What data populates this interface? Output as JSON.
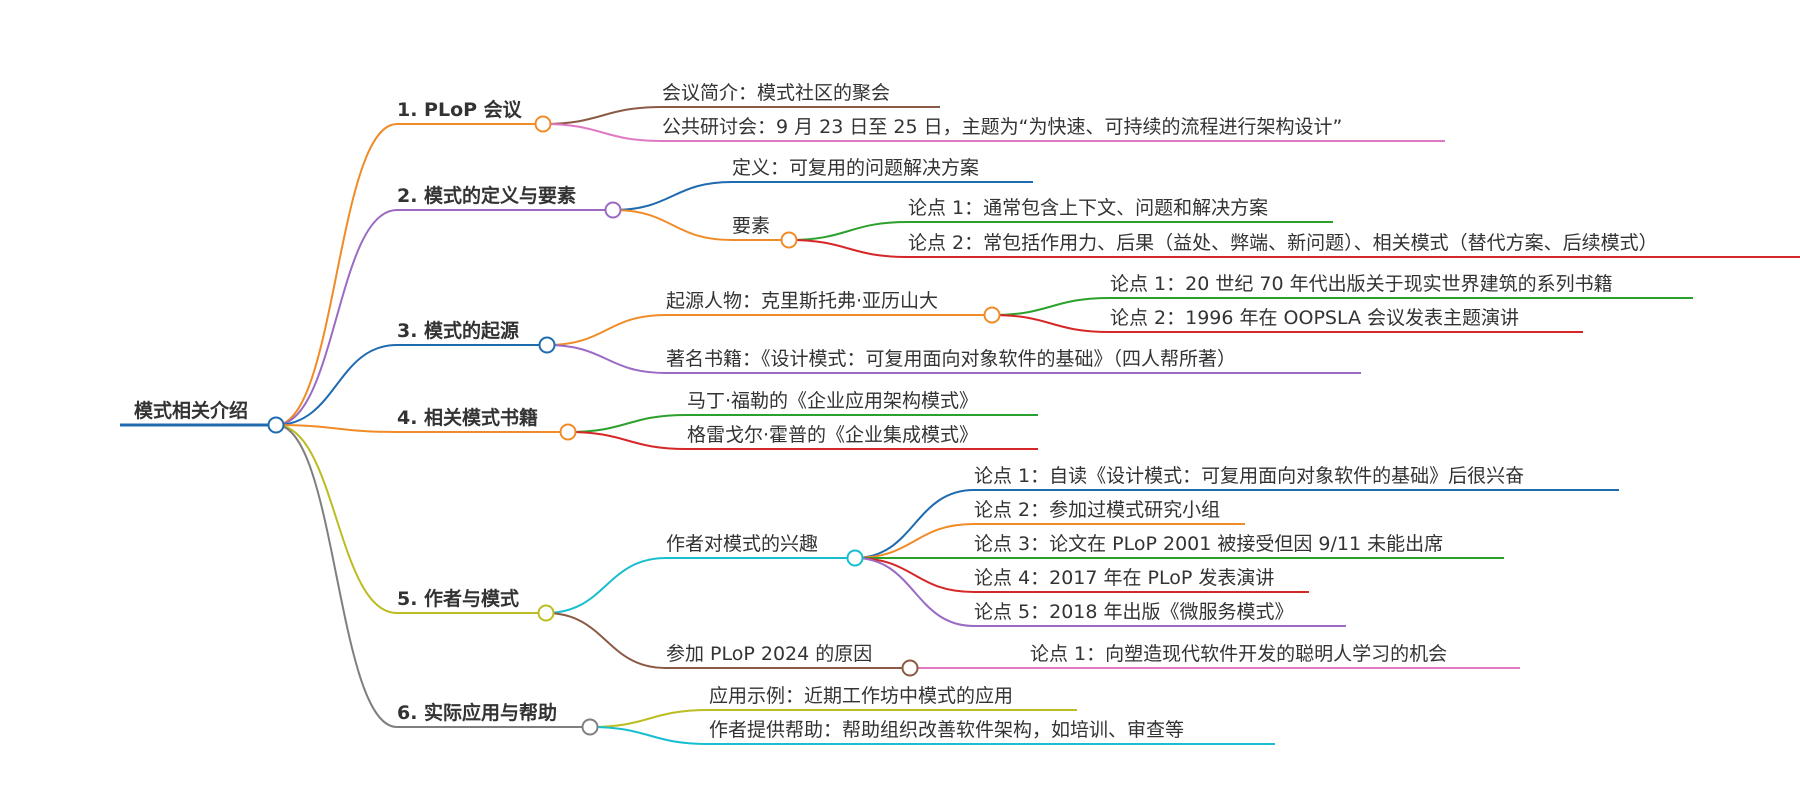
{
  "root": {
    "label": "模式相关介绍",
    "color": "#1f6bb0"
  },
  "branches": [
    {
      "label": "1. PLoP 会议",
      "color": "#f08c28",
      "children": [
        {
          "label": "会议简介：模式社区的聚会",
          "color": "#8b5a44"
        },
        {
          "label": "公共研讨会：9 月 23 日至 25 日，主题为“为快速、可持续的流程进行架构设计”",
          "color": "#e078c4"
        }
      ]
    },
    {
      "label": "2. 模式的定义与要素",
      "color": "#9b6bc4",
      "children": [
        {
          "label": "定义：可复用的问题解决方案",
          "color": "#1f6bb0"
        },
        {
          "label": "要素",
          "color": "#f08c28",
          "children": [
            {
              "label": "论点 1：通常包含上下文、问题和解决方案",
              "color": "#2ca02c"
            },
            {
              "label": "论点 2：常包括作用力、后果（益处、弊端、新问题）、相关模式（替代方案、后续模式）",
              "color": "#d62728"
            }
          ]
        }
      ]
    },
    {
      "label": "3. 模式的起源",
      "color": "#1f6bb0",
      "children": [
        {
          "label": "起源人物：克里斯托弗·亚历山大",
          "color": "#f08c28",
          "children": [
            {
              "label": "论点 1：20 世纪 70 年代出版关于现实世界建筑的系列书籍",
              "color": "#2ca02c"
            },
            {
              "label": "论点 2：1996 年在 OOPSLA 会议发表主题演讲",
              "color": "#d62728"
            }
          ]
        },
        {
          "label": "著名书籍：《设计模式：可复用面向对象软件的基础》（四人帮所著）",
          "color": "#9b6bc4"
        }
      ]
    },
    {
      "label": "4. 相关模式书籍",
      "color": "#f08c28",
      "children": [
        {
          "label": "马丁·福勒的《企业应用架构模式》",
          "color": "#2ca02c"
        },
        {
          "label": "格雷戈尔·霍普的《企业集成模式》",
          "color": "#d62728"
        }
      ]
    },
    {
      "label": "5. 作者与模式",
      "color": "#bcbd22",
      "children": [
        {
          "label": "作者对模式的兴趣",
          "color": "#17becf",
          "children": [
            {
              "label": "论点 1：自读《设计模式：可复用面向对象软件的基础》后很兴奋",
              "color": "#1f6bb0"
            },
            {
              "label": "论点 2：参加过模式研究小组",
              "color": "#f08c28"
            },
            {
              "label": "论点 3：论文在 PLoP 2001 被接受但因 9/11 未能出席",
              "color": "#2ca02c"
            },
            {
              "label": "论点 4：2017 年在 PLoP 发表演讲",
              "color": "#d62728"
            },
            {
              "label": "论点 5：2018 年出版《微服务模式》",
              "color": "#9b6bc4"
            }
          ]
        },
        {
          "label": "参加 PLoP 2024 的原因",
          "color": "#8b5a44",
          "children": [
            {
              "label": "论点 1：向塑造现代软件开发的聪明人学习的机会",
              "color": "#e078c4"
            }
          ]
        }
      ]
    },
    {
      "label": "6. 实际应用与帮助",
      "color": "#7f7f7f",
      "children": [
        {
          "label": "应用示例：近期工作坊中模式的应用",
          "color": "#bcbd22"
        },
        {
          "label": "作者提供帮助：帮助组织改善软件架构，如培训、审查等",
          "color": "#17becf"
        }
      ]
    }
  ]
}
